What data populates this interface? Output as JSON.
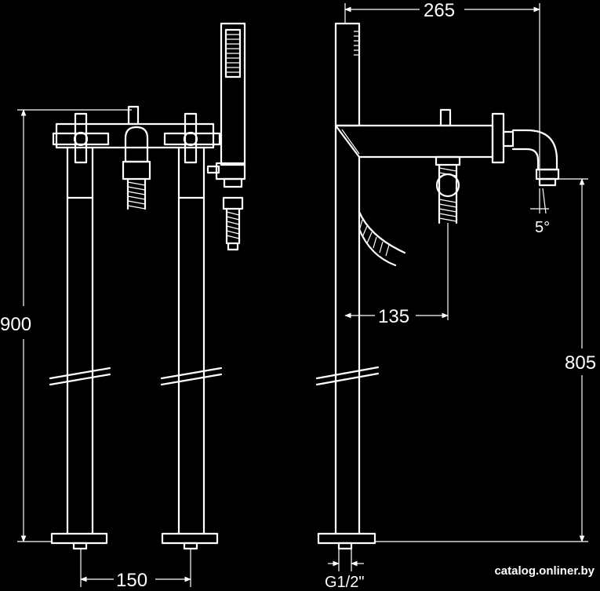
{
  "dimensions": {
    "width_top": "265",
    "height_total": "900",
    "spout_reach": "135",
    "spout_height": "805",
    "spacing": "150",
    "spout_angle": "5°",
    "thread": "G1/2\""
  },
  "watermark": "catalog.onliner.by"
}
